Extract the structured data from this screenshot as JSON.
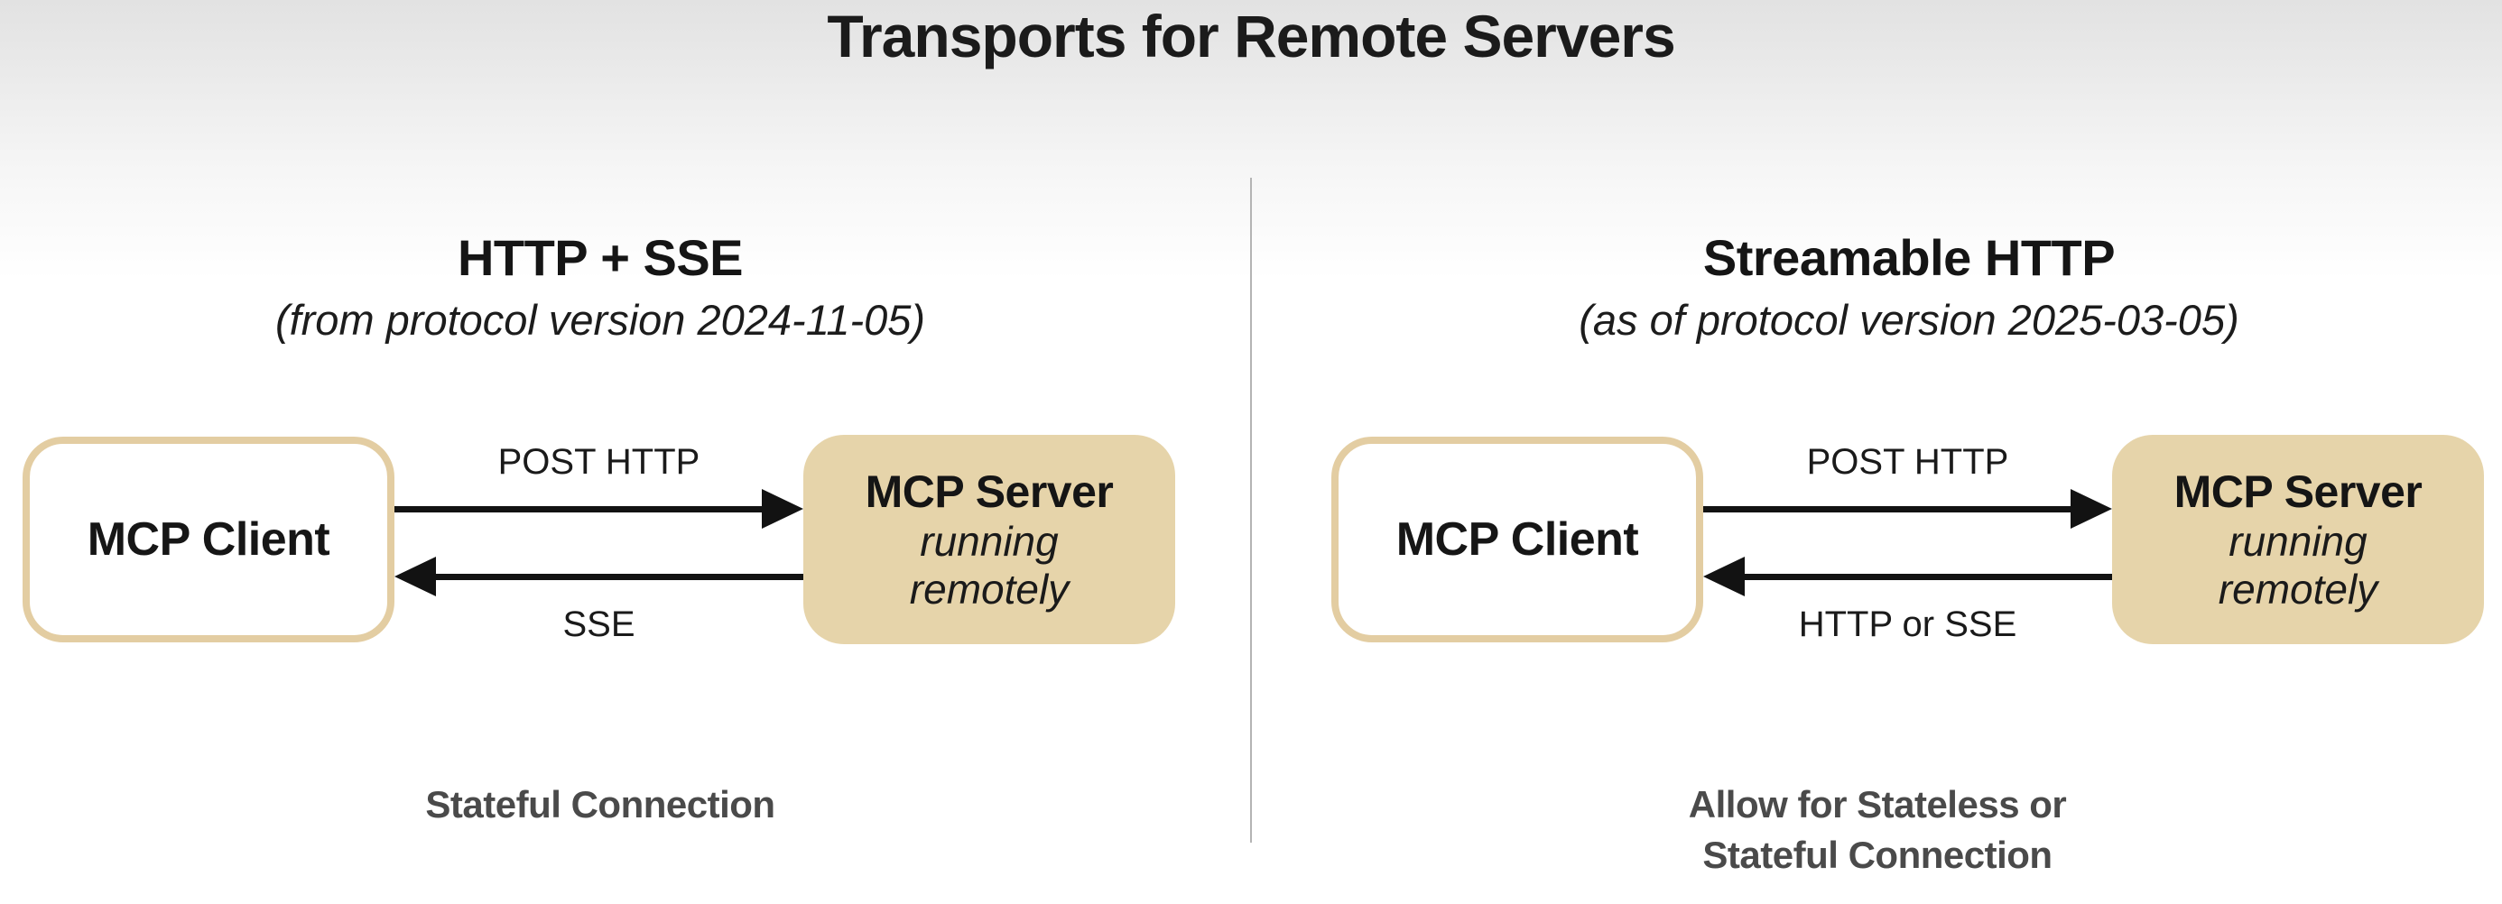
{
  "title": "Transports for Remote Servers",
  "colors": {
    "background_top": "#e2e2e2",
    "background_bottom": "#ffffff",
    "box_fill_tan": "#e6d4aa",
    "box_border_tan": "#e3cda2",
    "arrow_black": "#121212",
    "caption_gray": "#4a4a4a",
    "divider_gray": "#b4b4b4"
  },
  "panels": [
    {
      "heading": "HTTP + SSE",
      "subheading": "(from protocol version 2024-11-05)",
      "client_label": "MCP Client",
      "server_label": "MCP Server",
      "server_sublabel": "running\nremotely",
      "request_label": "POST HTTP",
      "response_label": "SSE",
      "caption": "Stateful Connection"
    },
    {
      "heading": "Streamable HTTP",
      "subheading": "(as of protocol version 2025-03-05)",
      "client_label": "MCP Client",
      "server_label": "MCP Server",
      "server_sublabel": "running\nremotely",
      "request_label": "POST HTTP",
      "response_label": "HTTP or SSE",
      "caption": "Allow for Stateless or\nStateful Connection"
    }
  ]
}
